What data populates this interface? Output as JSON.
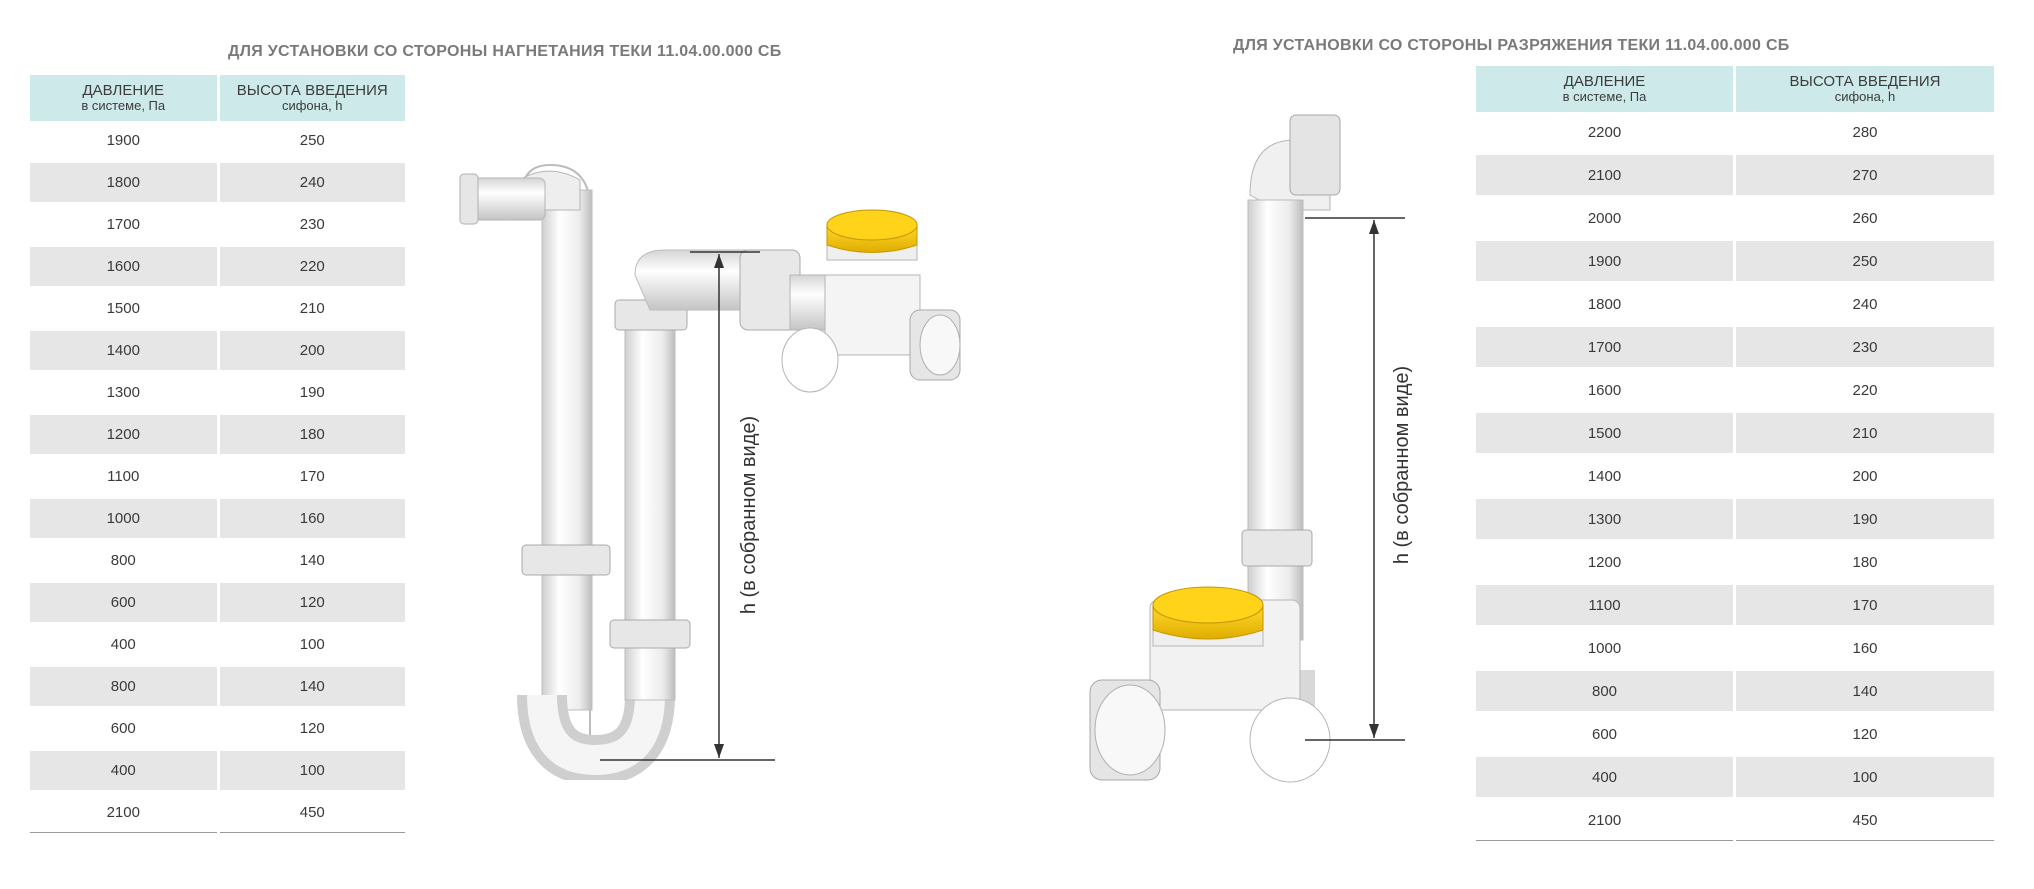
{
  "left": {
    "title": "ДЛЯ УСТАНОВКИ СО СТОРОНЫ НАГНЕТАНИЯ ТЕКИ 11.04.00.000 СБ",
    "header": {
      "col1_main": "ДАВЛЕНИЕ",
      "col1_sub": "в системе, Па",
      "col2_main": "ВЫСОТА ВВЕДЕНИЯ",
      "col2_sub": "сифона, h"
    },
    "rows": [
      [
        "1900",
        "250"
      ],
      [
        "1800",
        "240"
      ],
      [
        "1700",
        "230"
      ],
      [
        "1600",
        "220"
      ],
      [
        "1500",
        "210"
      ],
      [
        "1400",
        "200"
      ],
      [
        "1300",
        "190"
      ],
      [
        "1200",
        "180"
      ],
      [
        "1100",
        "170"
      ],
      [
        "1000",
        "160"
      ],
      [
        "800",
        "140"
      ],
      [
        "600",
        "120"
      ],
      [
        "400",
        "100"
      ],
      [
        "800",
        "140"
      ],
      [
        "600",
        "120"
      ],
      [
        "400",
        "100"
      ],
      [
        "2100",
        "450"
      ]
    ],
    "dimension_label": "h (в собранном виде)"
  },
  "right": {
    "title": "ДЛЯ УСТАНОВКИ СО СТОРОНЫ РАЗРЯЖЕНИЯ ТЕКИ 11.04.00.000 СБ",
    "header": {
      "col1_main": "ДАВЛЕНИЕ",
      "col1_sub": "в системе, Па",
      "col2_main": "ВЫСОТА ВВЕДЕНИЯ",
      "col2_sub": "сифона, h"
    },
    "rows": [
      [
        "2200",
        "280"
      ],
      [
        "2100",
        "270"
      ],
      [
        "2000",
        "260"
      ],
      [
        "1900",
        "250"
      ],
      [
        "1800",
        "240"
      ],
      [
        "1700",
        "230"
      ],
      [
        "1600",
        "220"
      ],
      [
        "1500",
        "210"
      ],
      [
        "1400",
        "200"
      ],
      [
        "1300",
        "190"
      ],
      [
        "1200",
        "180"
      ],
      [
        "1100",
        "170"
      ],
      [
        "1000",
        "160"
      ],
      [
        "800",
        "140"
      ],
      [
        "600",
        "120"
      ],
      [
        "400",
        "100"
      ],
      [
        "2100",
        "450"
      ]
    ],
    "dimension_label": "h (в собранном виде)"
  },
  "colors": {
    "header_bg": "#cde9ea",
    "row_shade": "#e6e6e6",
    "cap_yellow": "#f2c500",
    "pipe_white": "#f4f4f4"
  }
}
